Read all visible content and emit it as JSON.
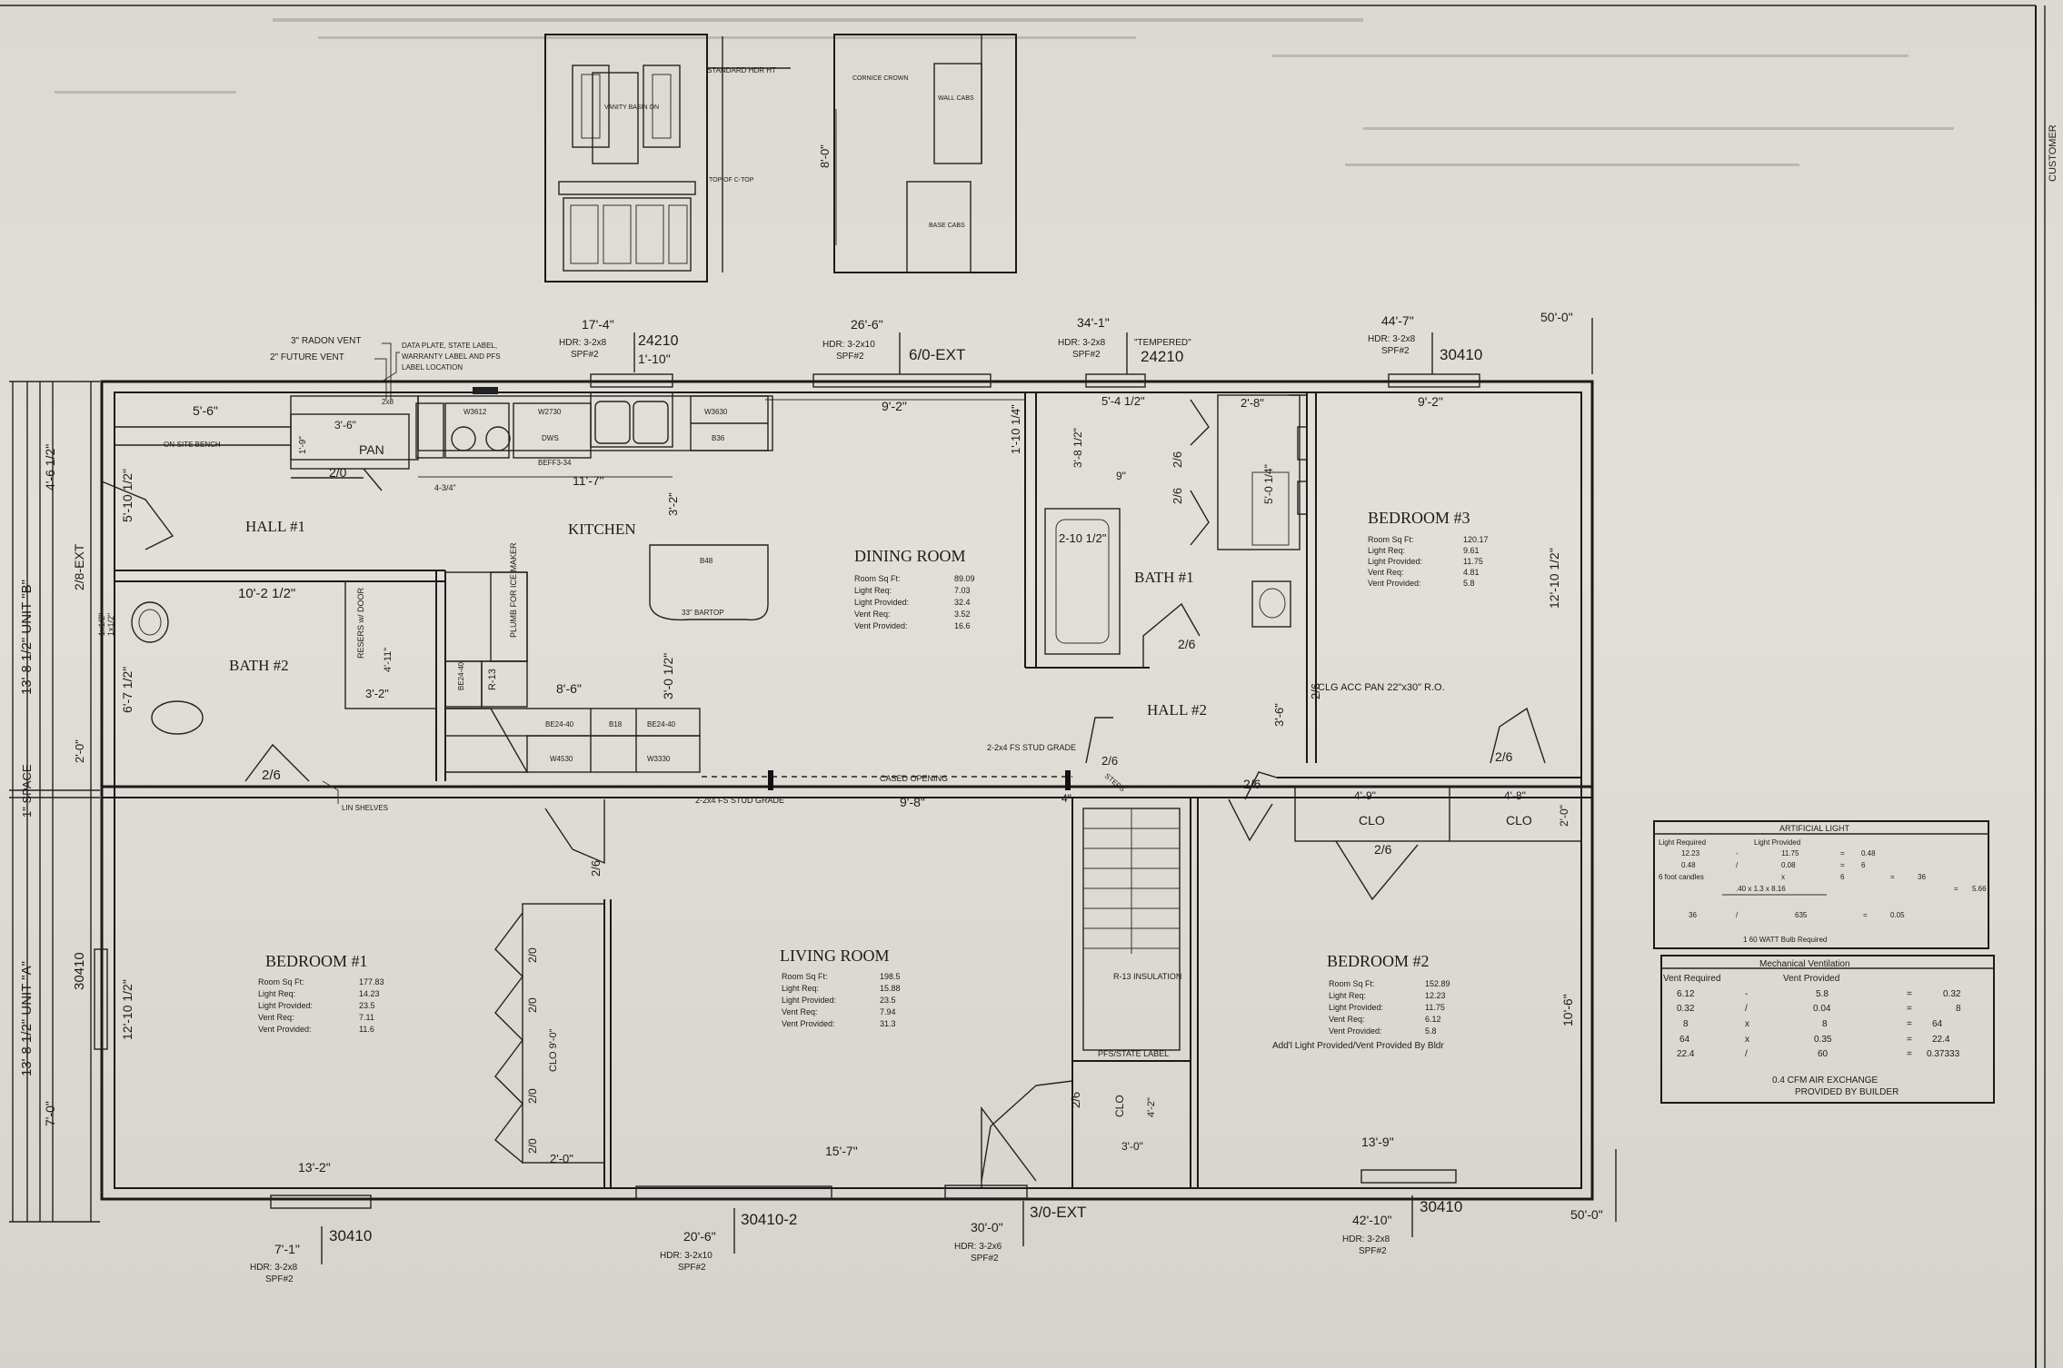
{
  "window_labels_top": {
    "w1_dim": "17'-4\"",
    "w1_hdr": "HDR: 3-2x8",
    "w1_spf": "SPF#2",
    "w1_code": "24210",
    "w1_sub": "1'-10\"",
    "w2_dim": "26'-6\"",
    "w2_hdr": "HDR: 3-2x10",
    "w2_spf": "SPF#2",
    "w2_code": "6/0-EXT",
    "w3_dim": "34'-1\"",
    "w3_hdr": "HDR: 3-2x8",
    "w3_spf": "SPF#2",
    "w3_note": "\"TEMPERED\"",
    "w3_code": "24210",
    "w4_dim": "44'-7\"",
    "w4_hdr": "HDR: 3-2x8",
    "w4_spf": "SPF#2",
    "w4_code": "30410",
    "overall": "50'-0\""
  },
  "window_labels_bottom": {
    "b1_dim": "7'-1\"",
    "b1_code": "30410",
    "b1_hdr": "HDR: 3-2x8",
    "b1_spf": "SPF#2",
    "b2_dim": "20'-6\"",
    "b2_code": "30410-2",
    "b2_hdr": "HDR: 3-2x10",
    "b2_spf": "SPF#2",
    "b3_dim": "30'-0\"",
    "b3_code": "3/0-EXT",
    "b3_hdr": "HDR: 3-2x6",
    "b3_spf": "SPF#2",
    "b4_dim": "42'-10\"",
    "b4_code": "30410",
    "b4_hdr": "HDR: 3-2x8",
    "b4_spf": "SPF#2",
    "overall": "50'-0\""
  },
  "notes": {
    "radon": "3\" RADON VENT",
    "future": "2\" FUTURE VENT",
    "data_plate_1": "DATA PLATE, STATE LABEL,",
    "data_plate_2": "WARRANTY LABEL AND PFS",
    "data_plate_3": "LABEL LOCATION",
    "standard_hdr": "STANDARD HDR HT",
    "vanity": "VANITY BASIN ON",
    "top_of_ctop": "TOP OF C-TOP",
    "cornice": "CORNICE CROWN",
    "wall_cabs": "WALL CABS",
    "base_cabs": "BASE CABS",
    "elev_height": "8'-0\""
  },
  "left_dims": {
    "unit_b": "13'-8 1/2\" UNIT \"B\"",
    "space": "1\" SPACE",
    "unit_a": "13'-8 1/2\" UNIT \"A\"",
    "d1": "4'-6 1/2\"",
    "d2": "2/8-EXT",
    "d3": "5'-10 1/2\"",
    "d4": "6'-7 1/2\"",
    "d5": "2'-0\"",
    "d6": "30410",
    "d7": "12'-10 1/2\"",
    "d8": "7'-0\"",
    "d9": "1x1/2\""
  },
  "rooms": {
    "hall1": "HALL #1",
    "kitchen": "KITCHEN",
    "dining": "DINING ROOM",
    "bath1": "BATH #1",
    "bedroom3": "BEDROOM #3",
    "bath2": "BATH #2",
    "hall2": "HALL #2",
    "bedroom1": "BEDROOM #1",
    "living": "LIVING ROOM",
    "bedroom2": "BEDROOM #2"
  },
  "room_schedule_labels": [
    "Room Sq Ft:",
    "Light Req:",
    "Light Provided:",
    "Vent Req:",
    "Vent Provided:"
  ],
  "room_schedules": {
    "dining": [
      "89.09",
      "7.03",
      "32.4",
      "3.52",
      "16.6"
    ],
    "bedroom3": [
      "120.17",
      "9.61",
      "11.75",
      "4.81",
      "5.8"
    ],
    "bedroom1": [
      "177.83",
      "14.23",
      "23.5",
      "7.11",
      "11.6"
    ],
    "living": [
      "198.5",
      "15.88",
      "23.5",
      "7.94",
      "31.3"
    ],
    "bedroom2": [
      "152.89",
      "12.23",
      "11.75",
      "6.12",
      "5.8"
    ]
  },
  "bedroom2_note": "Add'l Light Provided/Vent Provided By Bldr",
  "interior_dims": {
    "k1": "5'-6\"",
    "k2": "ON-SITE BENCH",
    "k3": "3'-6\"",
    "k4": "PAN",
    "k5": "2/0",
    "k6": "11'-7\"",
    "k7": "1'-9\"",
    "k8": "2x8",
    "k9": "3'-2\"",
    "k10": "9'-2\"",
    "k11": "1'-10 1/4\"",
    "k12": "5'-4 1/2\"",
    "k13": "2'-8\"",
    "k14": "3'-8 1/2\"",
    "k15": "9\"",
    "k16": "2-10 1/2\"",
    "k17": "2/6",
    "k18": "2/6",
    "k19": "5'-0 1/4\"",
    "k20": "9'-2\"",
    "k21": "12'-10 1/2\"",
    "k22": "10'-2 1/2\"",
    "k23": "3'-0 1/2\"",
    "k24": "8'-6\"",
    "k25": "3'-2\"",
    "k26": "4'-11\"",
    "k27": "2/6",
    "k28": "2/6",
    "k29": "3'-6\"",
    "k30": "2/6",
    "k31": "2/6",
    "k32": "2/6",
    "k33": "2/6",
    "k34": "4'-9\"",
    "k35": "4'-8\"",
    "k36": "2'-0\"",
    "k37": "CLO",
    "k38": "CLO",
    "k39": "2/6",
    "k40": "9'-8\"",
    "k41": "4\"",
    "k42": "2/6",
    "k43": "2/0",
    "k44": "2/0",
    "k45": "2/0",
    "k46": "2/0",
    "k47": "CLO 9'-0\"",
    "k48": "13'-2\"",
    "k49": "2'-0\"",
    "k50": "15'-7\"",
    "k51": "2/6",
    "k52": "CLO",
    "k53": "4'-2\"",
    "k54": "3'-0\"",
    "k55": "13'-9\"",
    "k56": "10'-6\"",
    "k57": "33\" BARTOP",
    "k58": "B48",
    "k59": "W3612",
    "k60": "W2730",
    "k61": "W3630",
    "k62": "B36",
    "k63": "DWS",
    "k64": "BEFF3-34",
    "k65": "W3330",
    "k66": "W4530",
    "k67": "B18",
    "k68": "BE24-40",
    "k69": "BE24-40",
    "k70": "CASED OPENING",
    "k71": "2-2x4 FS STUD GRADE",
    "k72": "2-2x4 FS STUD GRADE",
    "k73": "LIN SHELVES",
    "k74": "PLUMB FOR ICE MAKER",
    "k75": "RESERS w/ DOOR",
    "k76": "CLG ACC PAN 22\"x30\" R.O.",
    "k77": "R-13 INSULATION",
    "k78": "PFS/STATE LABEL",
    "k79": "R-13",
    "k80": "STEPS",
    "k81": "4-3/4\"",
    "k82": "1x1/2\""
  },
  "artificial_light": {
    "title": "ARTIFICIAL LIGHT",
    "h1": "Light Required",
    "h2": "Light Provided",
    "r1": [
      "12.23",
      "-",
      "11.75",
      "=",
      "0.48"
    ],
    "r2": [
      "0.48",
      "/",
      "0.08",
      "=",
      "6"
    ],
    "r3": [
      "6 foot candles",
      "x",
      "6",
      "=",
      "36"
    ],
    "r4": [
      ".40 x 1.3 x 8.16",
      "",
      "",
      "=",
      "5.66"
    ],
    "r5": [
      "36",
      "/",
      "",
      "635",
      "=",
      "0.05"
    ],
    "footer": "1 60 WATT Bulb Required"
  },
  "mech_vent": {
    "title": "Mechanical Ventilation",
    "h1": "Vent Required",
    "h2": "Vent Provided",
    "rows": [
      [
        "6.12",
        "-",
        "5.8",
        "=",
        "0.32"
      ],
      [
        "0.32",
        "/",
        "0.04",
        "=",
        "8"
      ],
      [
        "8",
        "x",
        "8",
        "=",
        "64"
      ],
      [
        "64",
        "x",
        "0.35",
        "=",
        "22.4"
      ],
      [
        "22.4",
        "/",
        "60",
        "=",
        "0.37333"
      ]
    ],
    "footer1": "0.4  CFM AIR EXCHANGE",
    "footer2": "PROVIDED BY BUILDER"
  },
  "title_block": {
    "customer": "CUSTOMER"
  }
}
